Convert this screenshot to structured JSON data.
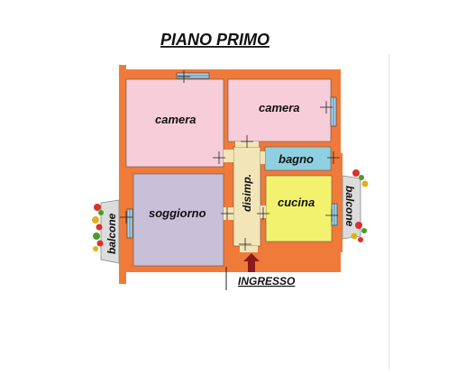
{
  "title": "PIANO PRIMO",
  "entrance_label": "INGRESSO",
  "rooms": {
    "camera_left": "camera",
    "camera_right": "camera",
    "bagno": "bagno",
    "soggiorno": "soggiorno",
    "disimpegno": "disimp.",
    "cucina": "cucina",
    "balcone_left": "balcone",
    "balcone_right": "balcone"
  },
  "colors": {
    "walls": "#f07a3a",
    "camera": "#f7cdd9",
    "bagno": "#8fd0e0",
    "soggiorno": "#c8bfd8",
    "disimpegno": "#f2e6b8",
    "cucina": "#f3f26e",
    "balcone": "#dcdcdc",
    "arrow": "#8b1a1a"
  }
}
